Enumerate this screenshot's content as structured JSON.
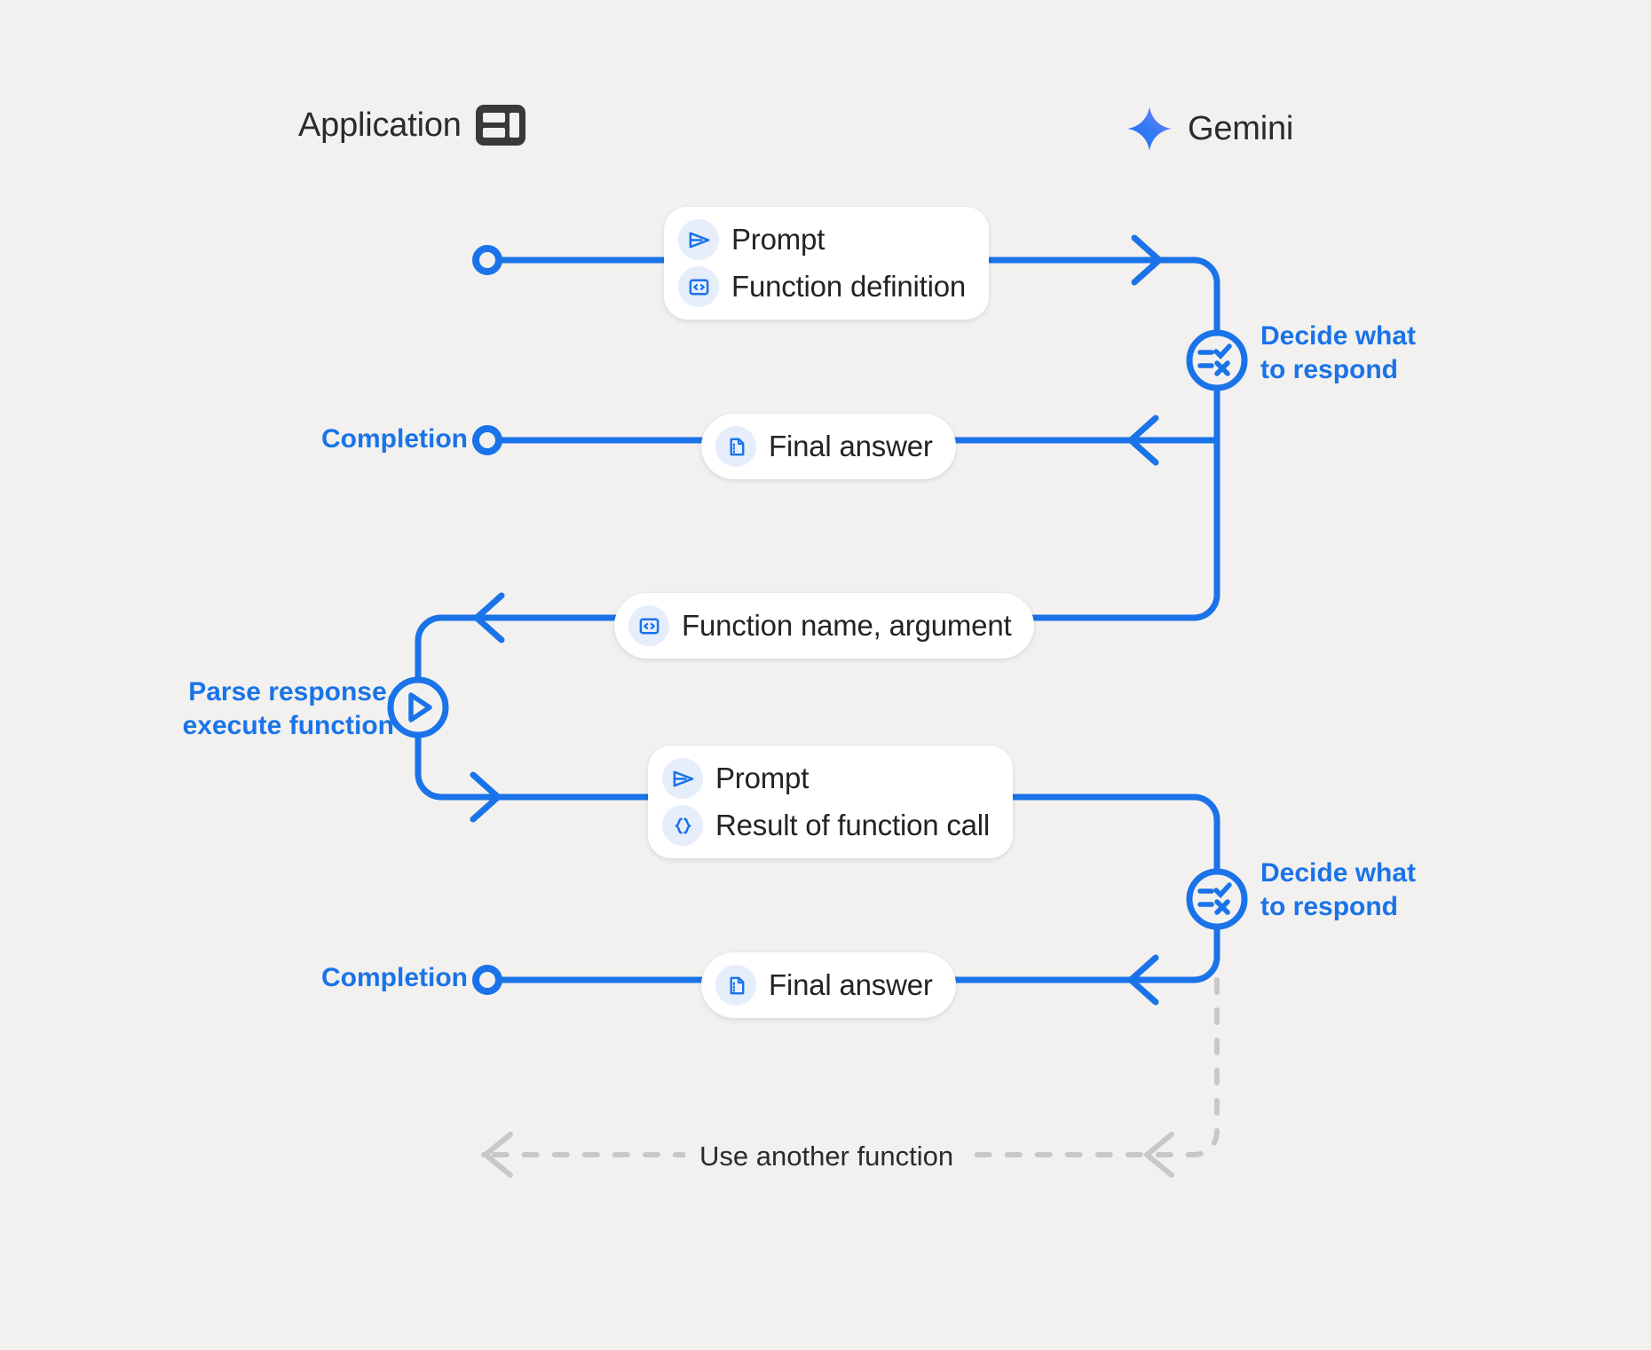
{
  "colors": {
    "background": "#f2f1ef",
    "accent_blue": "#1a73e8",
    "lifeline_gray": "#c9c8c6",
    "bubble_white": "#ffffff",
    "chip_blue": "#e6eefc",
    "text_dark": "#232323",
    "gemini_gradient_from": "#1b6ef3",
    "gemini_gradient_to": "#9b7cf0"
  },
  "header": {
    "application": {
      "label": "Application",
      "icon": "dashboard-layout-icon"
    },
    "gemini": {
      "label": "Gemini",
      "icon": "gemini-sparkle-icon"
    }
  },
  "annotations": {
    "completion_1": "Completion",
    "completion_2": "Completion",
    "parse_execute": "Parse response,\nexecute function",
    "decide_1": "Decide what\nto respond",
    "decide_2": "Decide what\nto respond",
    "loop_label": "Use another function"
  },
  "nodes": {
    "decide_icon": "checklist-decision-icon",
    "execute_icon": "play-circle-icon",
    "start_marker": "lifeline-start-dot"
  },
  "messages": [
    {
      "id": "prompt-function-definition",
      "direction": "application-to-gemini",
      "rows": [
        {
          "icon": "send-prompt-icon",
          "text": "Prompt"
        },
        {
          "icon": "code-brackets-icon",
          "text": "Function definition"
        }
      ]
    },
    {
      "id": "final-answer-1",
      "direction": "gemini-to-application",
      "rows": [
        {
          "icon": "document-icon",
          "text": "Final answer"
        }
      ]
    },
    {
      "id": "function-name-argument",
      "direction": "gemini-to-application",
      "rows": [
        {
          "icon": "code-brackets-icon",
          "text": "Function name,  argument"
        }
      ]
    },
    {
      "id": "prompt-result-of-function-call",
      "direction": "application-to-gemini",
      "rows": [
        {
          "icon": "send-prompt-icon",
          "text": "Prompt"
        },
        {
          "icon": "curly-braces-icon",
          "text": "Result of function call"
        }
      ]
    },
    {
      "id": "final-answer-2",
      "direction": "gemini-to-application",
      "rows": [
        {
          "icon": "document-icon",
          "text": "Final answer"
        }
      ]
    }
  ]
}
